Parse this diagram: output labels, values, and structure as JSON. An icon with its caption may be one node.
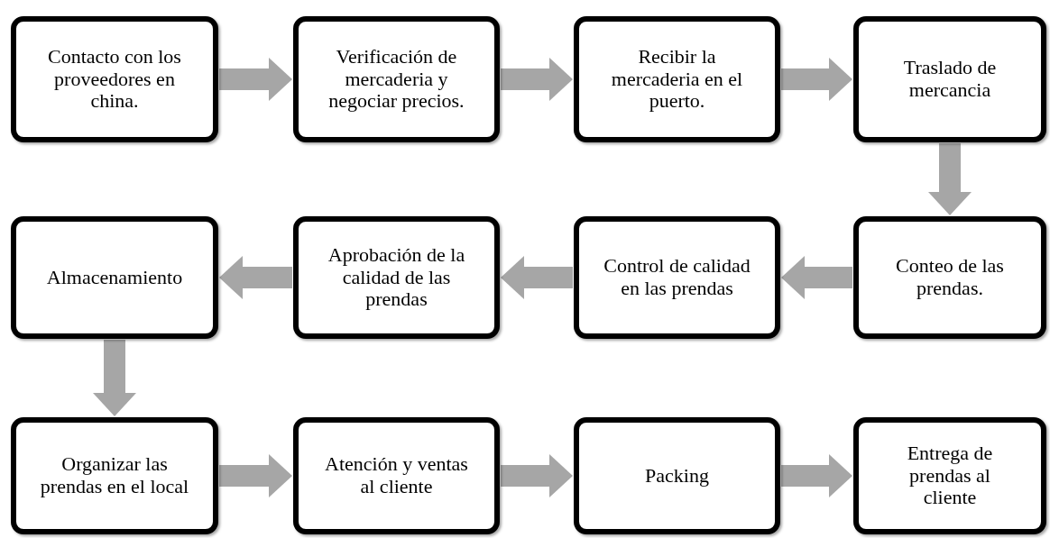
{
  "diagram": {
    "nodes": [
      {
        "text": [
          "Contacto con los proveedores en china."
        ]
      },
      {
        "text": [
          "Verificación de mercaderia y negociar precios."
        ]
      },
      {
        "text": [
          "Recibir la mercaderia en el puerto."
        ]
      },
      {
        "text": [
          "Traslado de mercancia"
        ]
      },
      {
        "text": [
          "Conteo de las prendas."
        ]
      },
      {
        "text": [
          "Control de calidad en las prendas"
        ]
      },
      {
        "text": [
          "Aprobación de la calidad de las prendas"
        ]
      },
      {
        "text": [
          "Almacenamiento"
        ]
      },
      {
        "text": [
          "Organizar las prendas en el local"
        ]
      },
      {
        "text": [
          "Atención y ventas al cliente"
        ]
      },
      {
        "text": [
          "Packing"
        ]
      },
      {
        "text": [
          "Entrega de prendas al cliente"
        ]
      }
    ],
    "edges": [
      {
        "from": 0,
        "to": 1,
        "arrow": "to"
      },
      {
        "from": 1,
        "to": 2,
        "arrow": "to"
      },
      {
        "from": 2,
        "to": 3,
        "arrow": "to"
      },
      {
        "from": 3,
        "to": 4,
        "arrow": "to"
      },
      {
        "from": 4,
        "to": 5,
        "arrow": "to"
      },
      {
        "from": 5,
        "to": 6,
        "arrow": "to"
      },
      {
        "from": 6,
        "to": 7,
        "arrow": "to"
      },
      {
        "from": 7,
        "to": 8,
        "arrow": "to"
      },
      {
        "from": 8,
        "to": 9,
        "arrow": "to"
      },
      {
        "from": 9,
        "to": 10,
        "arrow": "to"
      },
      {
        "from": 10,
        "to": 11,
        "arrow": "to"
      }
    ]
  }
}
